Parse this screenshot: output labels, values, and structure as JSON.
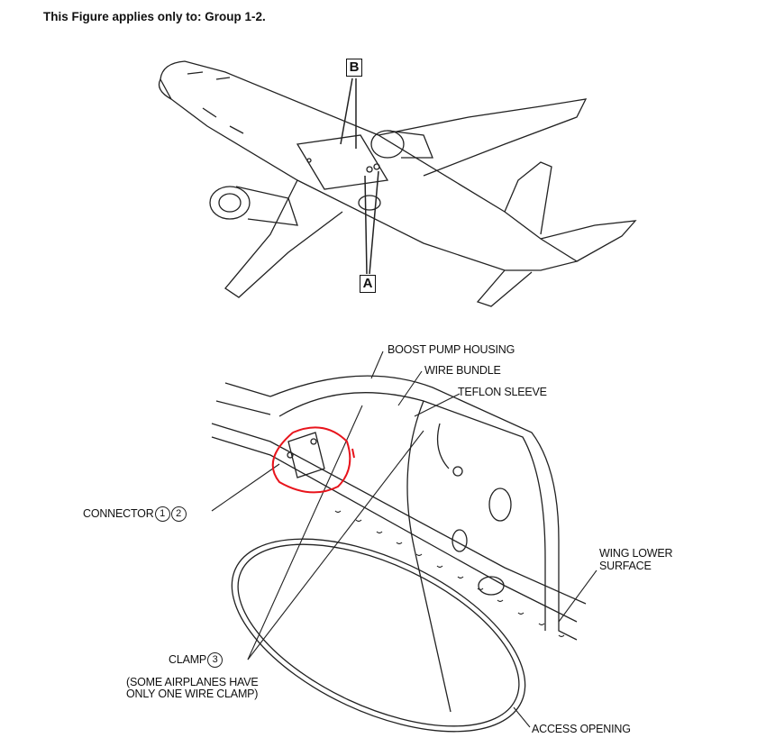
{
  "heading": "This Figure applies only to: Group 1-2.",
  "view_labels": {
    "b": "B",
    "a": "A"
  },
  "callouts": {
    "boost_pump_housing": "BOOST PUMP HOUSING",
    "wire_bundle": "WIRE BUNDLE",
    "teflon_sleeve": "TEFLON SLEEVE",
    "connector": "CONNECTOR",
    "connector_refs": [
      "1",
      "2"
    ],
    "wing_lower_surface_1": "WING LOWER",
    "wing_lower_surface_2": "SURFACE",
    "clamp": "CLAMP",
    "clamp_ref": "3",
    "clamp_note_1": "(SOME AIRPLANES HAVE",
    "clamp_note_2": "ONLY ONE WIRE CLAMP)",
    "access_opening": "ACCESS OPENING"
  },
  "highlight_color": "#e8141c"
}
